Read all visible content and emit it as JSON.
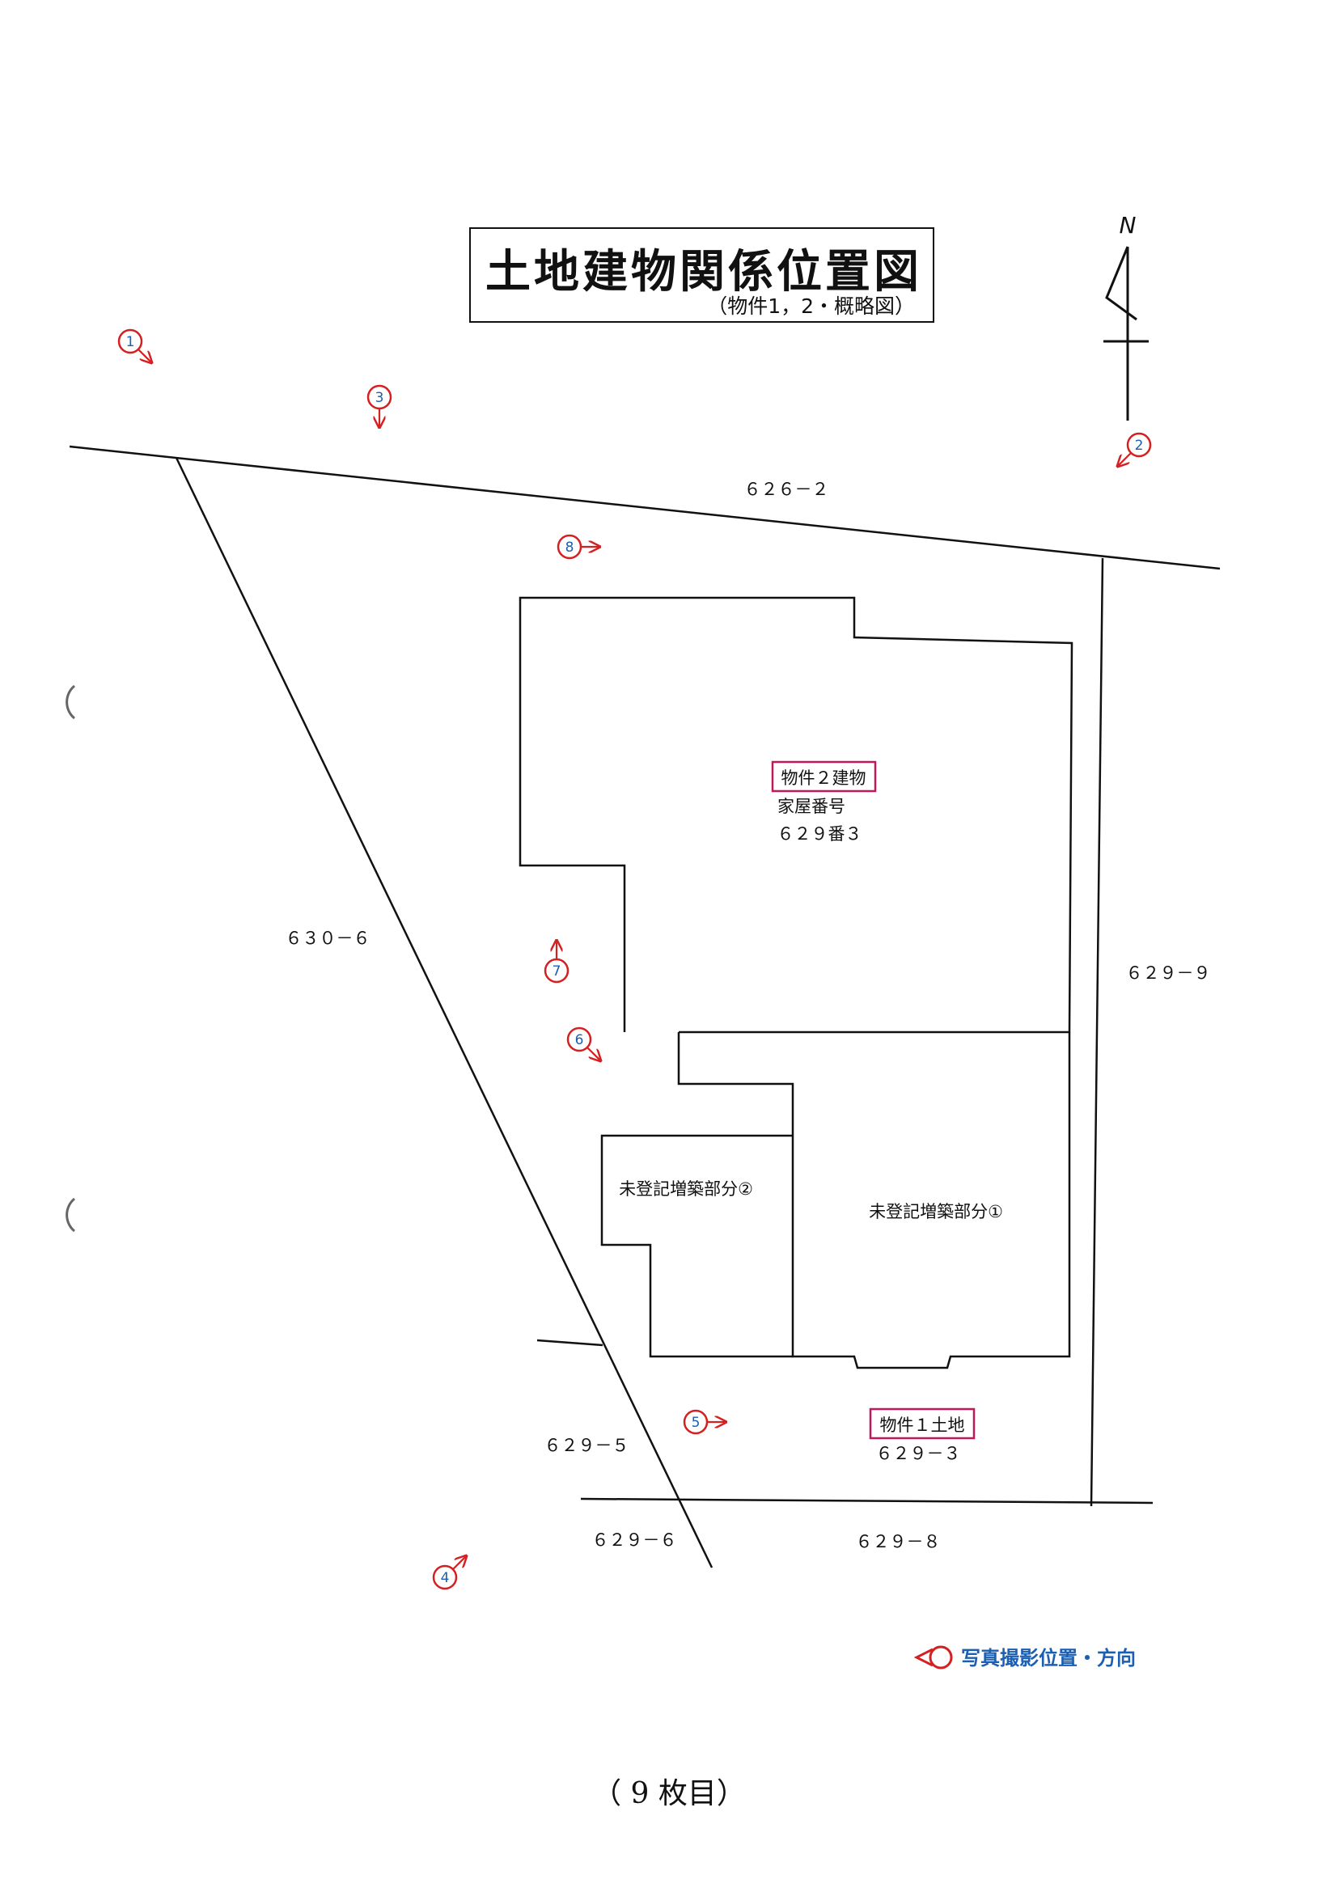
{
  "title": "土地建物関係位置図",
  "subtitle": "（物件1，2・概略図）",
  "north_label": "N",
  "page_number": "（ 9 枚目）",
  "legend": {
    "label": "写真撮影位置・方向",
    "color": "#d42020"
  },
  "colors": {
    "line": "#111111",
    "marker": "#d42020",
    "marker_number": "#1b5fb3",
    "highlight_box": "#c2185b"
  },
  "buildings": {
    "house": {
      "tag": "物件２建物",
      "line1": "家屋番号",
      "line2": "６２９番３"
    },
    "annex1": {
      "label": "未登記増築部分①"
    },
    "annex2": {
      "label": "未登記増築部分②"
    }
  },
  "land": {
    "tag": "物件１土地",
    "number": "６２９－３"
  },
  "parcels": {
    "north": "６２６－２",
    "west": "６３０－６",
    "east": "６２９－９",
    "sw": "６２９－５",
    "south_w": "６２９－６",
    "south_e": "６２９－８"
  },
  "photo_markers": [
    {
      "n": "1",
      "dir": "SE"
    },
    {
      "n": "2",
      "dir": "SW"
    },
    {
      "n": "3",
      "dir": "S"
    },
    {
      "n": "4",
      "dir": "NE"
    },
    {
      "n": "5",
      "dir": "E"
    },
    {
      "n": "6",
      "dir": "SE"
    },
    {
      "n": "7",
      "dir": "N"
    },
    {
      "n": "8",
      "dir": "E"
    }
  ]
}
